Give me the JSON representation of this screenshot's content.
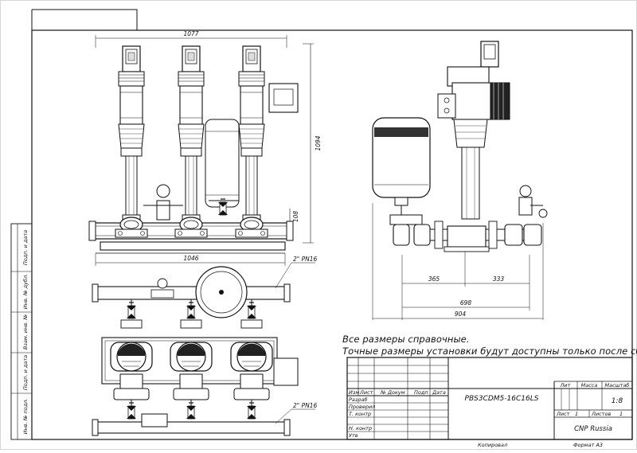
{
  "dimensions": {
    "front_width_top": "1077",
    "front_height": "1094",
    "front_manifold_height": "108",
    "front_width_bottom": "1046",
    "pipe_top": "2\" PN16",
    "pipe_bottom": "2\" PN16",
    "side_left": "365",
    "side_right": "333",
    "side_mid": "698",
    "side_total": "904"
  },
  "notes": {
    "line1": "Все размеры справочные.",
    "line2": "Точные размеры установки будут доступны только после сборки."
  },
  "title_block": {
    "designation": "PBS3CDM5-16C16LS",
    "col_izm": "Изм",
    "col_list": "Лист",
    "col_ndokum": "№ Докум",
    "col_podp": "Подп",
    "col_data": "Дата",
    "row_razrab": "Разраб",
    "row_provepil": "Провеpил",
    "row_tkontr": "Т. контр",
    "row_nkontr": "Н. контр",
    "row_utv": "Утв",
    "lit": "Лит",
    "massa": "Масса",
    "masshtab": "Масштаб",
    "scale_value": "1:8",
    "sheet_label": "Лист",
    "sheet_value": "1",
    "sheets_label": "Листов",
    "sheets_value": "1",
    "company": "CNP Russia",
    "kopiroval": "Копировал",
    "format": "Формат А3"
  },
  "side_stamps": [
    "Подп. и дата",
    "Инв. № дубл.",
    "Взам. инв. №",
    "Подп. и дата",
    "Инв. № подл."
  ]
}
